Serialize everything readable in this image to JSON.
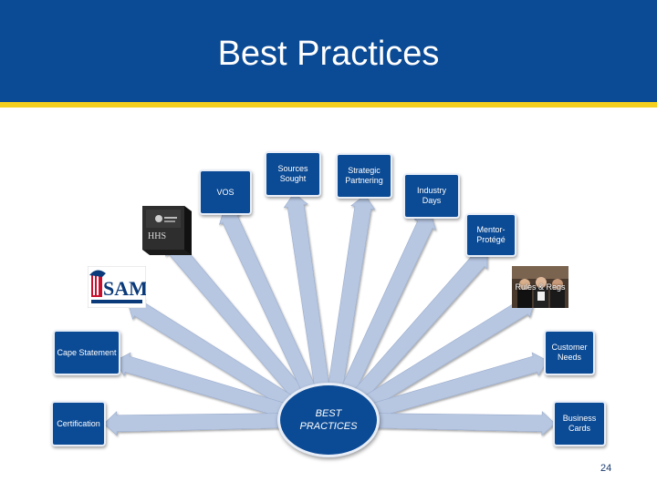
{
  "slide": {
    "title": "Best Practices",
    "page_number": "24"
  },
  "center": {
    "label_line1": "BEST",
    "label_line2": "PRACTICES"
  },
  "nodes": {
    "vos": "VOS",
    "sources_sought": "Sources Sought",
    "strategic_partnering": "Strategic Partnering",
    "industry_days": "Industry Days",
    "mentor_protege": "Mentor-Protégé",
    "rules_regs": "Rules & Regs",
    "cape_statement": "Cape Statement",
    "customer_needs": "Customer Needs",
    "certification": "Certification",
    "business_cards": "Business Cards"
  },
  "images": {
    "hhs_label": "HHS",
    "sam_label": "SAM"
  },
  "colors": {
    "header": "#0b4a94",
    "stripe": "#f5cf1e",
    "box": "#0b4a94",
    "arrow": "#b7c7e2"
  }
}
